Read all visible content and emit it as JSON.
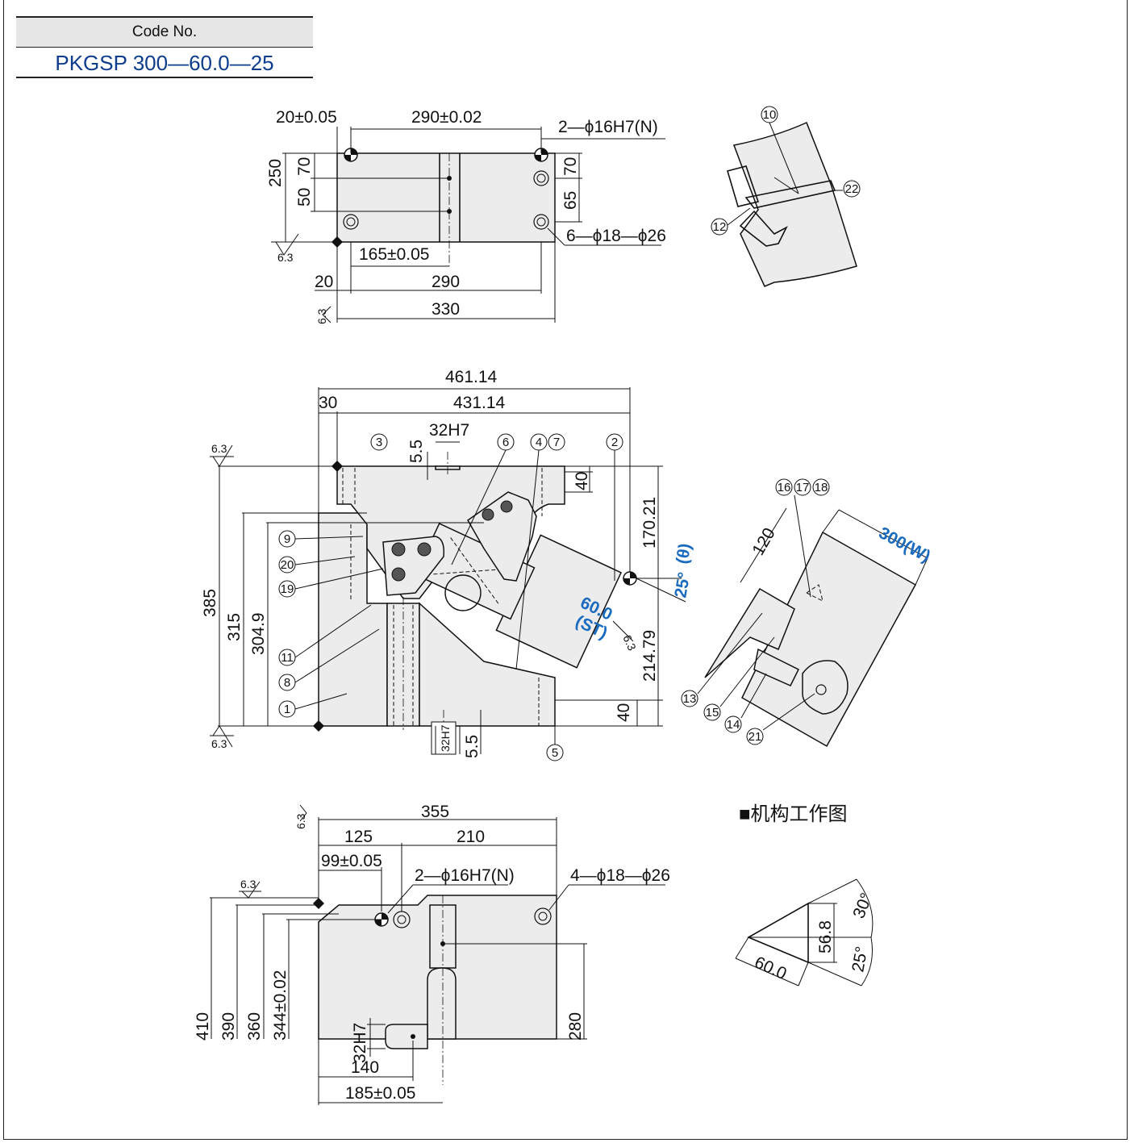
{
  "code_box": {
    "header": "Code No.",
    "value": "PKGSP 300—60.0—25"
  },
  "top_view": {
    "dim_20_tol": "20±0.05",
    "dim_290_tol": "290±0.02",
    "dowel_note": "2—ϕ16H7(N)",
    "dim_250": "250",
    "dim_70_left": "70",
    "dim_50": "50",
    "dim_70_right": "70",
    "dim_65": "65",
    "bolt_note": "6—ϕ18—ϕ26",
    "dim_165_tol": "165±0.05",
    "dim_20": "20",
    "dim_290": "290",
    "dim_330": "330",
    "roughness_a": "6.3",
    "roughness_b": "6.3"
  },
  "front_view": {
    "dim_461": "461.14",
    "dim_431": "431.14",
    "dim_30": "30",
    "dim_32h7_top": "32H7",
    "dim_5_5_top": "5.5",
    "dim_40_top": "40",
    "dim_170": "170.21",
    "angle_label": "25°",
    "theta": "(θ)",
    "stroke_value": "60.0",
    "stroke_label": "(ST)",
    "dim_214": "214.79",
    "dim_40_bottom": "40",
    "dim_385": "385",
    "dim_315": "315",
    "dim_304": "304.9",
    "dim_32h7_bottom": "32H7",
    "dim_5_5_bottom": "5.5",
    "roughness_top": "6.3",
    "roughness_bottom": "6.3",
    "roughness_side": "6.3"
  },
  "side_view": {
    "dim_120": "120",
    "width_label": "300(W)"
  },
  "bottom_view": {
    "dim_355": "355",
    "dim_125": "125",
    "dim_210": "210",
    "dim_99_tol": "99±0.05",
    "dowel_note": "2—ϕ16H7(N)",
    "bolt_note": "4—ϕ18—ϕ26",
    "dim_410": "410",
    "dim_390": "390",
    "dim_360": "360",
    "dim_344": "344±0.02",
    "dim_280": "280",
    "dim_32h7": "32H7",
    "dim_140": "140",
    "dim_185_tol": "185±0.05",
    "roughness_a": "6.3",
    "roughness_b": "6.3"
  },
  "mechanism": {
    "title": "■机构工作图",
    "dim_60": "60.0",
    "dim_56": "56.8",
    "angle_30": "30°",
    "angle_25": "25°"
  },
  "part_numbers": {
    "p1": "1",
    "p2": "2",
    "p3": "3",
    "p4": "4",
    "p5": "5",
    "p6": "6",
    "p7": "7",
    "p8": "8",
    "p9": "9",
    "p10": "10",
    "p11": "11",
    "p12": "12",
    "p13": "13",
    "p14": "14",
    "p15": "15",
    "p16": "16",
    "p17": "17",
    "p18": "18",
    "p19": "19",
    "p20": "20",
    "p21": "21",
    "p22": "22"
  }
}
